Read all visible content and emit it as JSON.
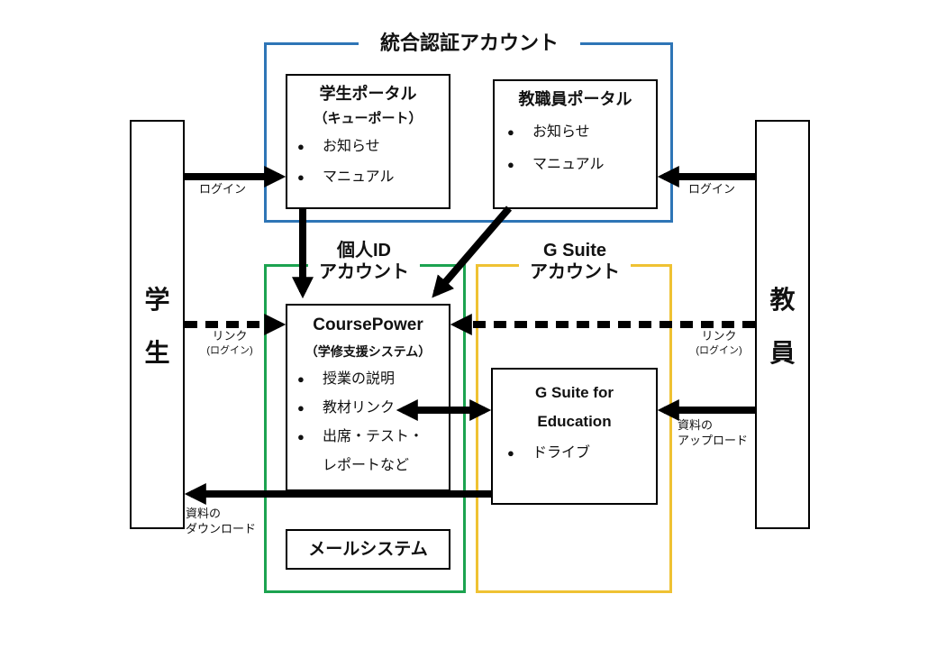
{
  "colors": {
    "auth": "#2E75B6",
    "personal": "#1CA350",
    "gsuite": "#EFC233",
    "arrow": "#000000"
  },
  "icons": {
    "bullet": "●"
  },
  "groups": {
    "auth": {
      "title": "統合認証アカウント"
    },
    "personal": {
      "title_lines": [
        "個人ID",
        "アカウント"
      ]
    },
    "gsuite": {
      "title_lines": [
        "G Suite",
        "アカウント"
      ]
    }
  },
  "actors": {
    "student": {
      "label_chars": [
        "学",
        "生"
      ]
    },
    "teacher": {
      "label_chars": [
        "教",
        "員"
      ]
    }
  },
  "nodes": {
    "student_portal": {
      "title": "学生ポータル",
      "subtitle": "（キューポート）",
      "items": [
        "お知らせ",
        "マニュアル"
      ]
    },
    "staff_portal": {
      "title": "教職員ポータル",
      "items": [
        "お知らせ",
        "マニュアル"
      ]
    },
    "coursepower": {
      "title": "CoursePower",
      "subtitle": "（学修支援システム）",
      "items": [
        "授業の説明",
        "教材リンク",
        "出席・テスト・",
        "レポートなど"
      ]
    },
    "gsuite_edu": {
      "title_lines": [
        "G Suite for",
        "Education"
      ],
      "items": [
        "ドライブ"
      ]
    },
    "mail": {
      "title": "メールシステム"
    }
  },
  "edge_labels": {
    "login_left": "ログイン",
    "login_right": "ログイン",
    "link_left": {
      "line1": "リンク",
      "line2": "(ログイン)"
    },
    "link_right": {
      "line1": "リンク",
      "line2": "(ログイン)"
    },
    "upload": {
      "line1": "資料の",
      "line2": "アップロード"
    },
    "download": {
      "line1": "資料の",
      "line2": "ダウンロード"
    }
  }
}
